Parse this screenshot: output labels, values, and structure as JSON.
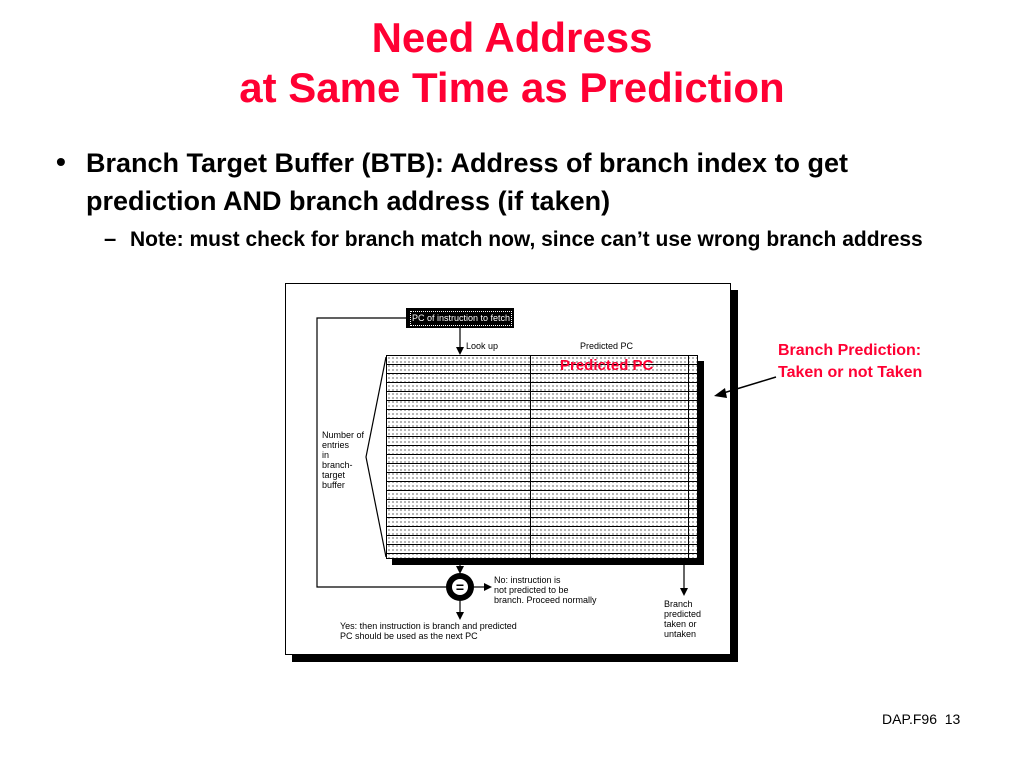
{
  "slide": {
    "title_line1": "Need Address",
    "title_line2": "at Same Time as Prediction",
    "bullet1_marker": "•",
    "bullet1": "Branch Target Buffer (BTB): Address of branch index to get prediction AND branch address (if taken)",
    "bullet2_marker": "–",
    "bullet2": "Note: must check for branch match now, since can’t use wrong branch address",
    "footer": "DAP.F96  13"
  },
  "diagram": {
    "pc_box": "PC of instruction to fetch",
    "lookup": "Look up",
    "predicted_pc_small": "Predicted PC",
    "predicted_pc_red": "Predicted PC",
    "comparator": "=",
    "entries_label": "Number of\nentries\nin\nbranch-\ntarget\nbuffer",
    "no_label": "No: instruction is\nnot predicted to be\nbranch. Proceed normally",
    "yes_label": "Yes: then instruction is branch and predicted\nPC should be used as the next PC",
    "branch_pred_label": "Branch\npredicted\ntaken or\nuntaken",
    "callout": "Branch Prediction:\nTaken or not Taken",
    "colors": {
      "accent": "#ff0033"
    }
  }
}
